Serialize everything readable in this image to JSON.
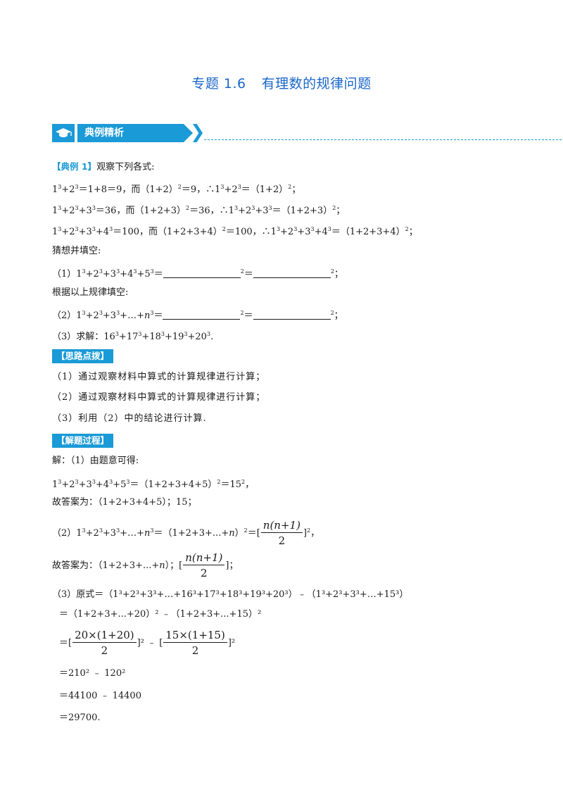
{
  "title": {
    "main": "专题 1.6",
    "sub": "有理数的规律问题"
  },
  "banner": {
    "label": "典例精析",
    "icon": "graduation-cap-icon",
    "color": "#1a9ad6"
  },
  "example": {
    "tag": "【典例 1】",
    "intro": "观察下列各式:",
    "eq1": {
      "a": "1",
      "b": "+2",
      "c": "＝1+8＝9，而（1+2）",
      "d": "＝9，∴1",
      "e": "+2",
      "f": "＝（1+2）",
      "g": "；"
    },
    "eq2": {
      "a": "1",
      "b": "+2",
      "c": "+3",
      "d": "＝36，而（1+2+3）",
      "e": "＝36，∴1",
      "f": "+2",
      "g": "+3",
      "h": "＝（1+2+3）",
      "i": "；"
    },
    "eq3": {
      "a": "1",
      "b": "+2",
      "c": "+3",
      "d": "+4",
      "e": "＝100，而（1+2+3+4）",
      "f": "＝100，∴1",
      "g": "+2",
      "h": "+3",
      "i": "+4",
      "j": "＝（1+2+3+4）",
      "k": "；"
    },
    "guess": "猜想并填空:",
    "q1": {
      "pre": "（1）1",
      "b": "+2",
      "c": "+3",
      "d": "+4",
      "e": "+5",
      "f": "＝",
      "g": "＝",
      "end": "；"
    },
    "rule": "根据以上规律填空:",
    "q2": {
      "pre": "（2）1",
      "b": "+2",
      "c": "+3",
      "d": "+…+",
      "n": "n",
      "f": "＝",
      "g": "＝",
      "end": "；"
    },
    "q3": {
      "pre": "（3）求解：16",
      "b": "+17",
      "c": "+18",
      "d": "+19",
      "e": "+20",
      "end": "."
    },
    "sup3": "3",
    "sup2": "2"
  },
  "hint": {
    "tag": "【思路点拨】",
    "items": [
      "（1）通过观察材料中算式的计算规律进行计算；",
      "（2）通过观察材料中算式的计算规律进行计算；",
      "（3）利用（2）中的结论进行计算."
    ]
  },
  "solution": {
    "tag": "【解题过程】",
    "intro": "解：（1）由题意可得:",
    "s1": {
      "a": "1",
      "b": "+2",
      "c": "+3",
      "d": "+4",
      "e": "+5",
      "f": "＝（1+2+3+4+5）",
      "g": "＝15",
      "h": "，"
    },
    "ans1": "故答案为：（1+2+3+4+5）；15；",
    "s2": {
      "pre": "（2）1",
      "b": "+2",
      "c": "+3",
      "d": "+…+",
      "n": "n",
      "e": "＝（1+2+3+...+",
      "f": "）",
      "g": "＝[",
      "h": "]",
      "i": "，",
      "num": "n(n+1)",
      "den": "2"
    },
    "ans2": {
      "pre": "故答案为：（1+2+3+...+",
      "n": "n",
      "mid": "）；[",
      "end": "]；"
    },
    "s3": {
      "l1": "（3）原式＝（1³+2³+3³+…+16³+17³+18³+19³+20³）﹣（1³+2³+3³+…+15³）",
      "l2": "＝（1+2+3+...+20）² ﹣（1+2+3+...+15）²",
      "l3a": "＝[",
      "l3num1": "20×(1+20)",
      "l3den1": "2",
      "l3b": "]² ﹣ [",
      "l3num2": "15×(1+15)",
      "l3den2": "2",
      "l3c": "]²",
      "l4": "＝210² ﹣ 120²",
      "l5": "＝44100 ﹣ 14400",
      "l6": "＝29700."
    }
  }
}
